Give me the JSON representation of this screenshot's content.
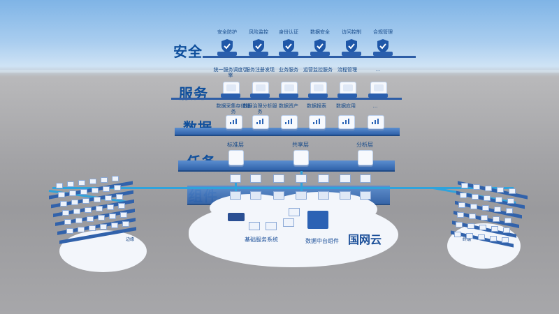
{
  "layers": {
    "security": {
      "title": "安全",
      "items": [
        "安全防护",
        "风险监控",
        "身份认证",
        "数据安全",
        "访问控制",
        "合规管理"
      ]
    },
    "service": {
      "title": "服务",
      "items": [
        "统一服务调度引擎",
        "服务注册发现",
        "业务服务",
        "运营监控服务",
        "流程管理",
        "..."
      ]
    },
    "data": {
      "title": "数据",
      "items": [
        "数据采集存储服务",
        "数据治理分析服务",
        "数据资产",
        "数据报表",
        "数据应用",
        "..."
      ]
    },
    "task": {
      "title": "任务",
      "items": [
        "标准层",
        "共享层",
        "分析层"
      ]
    },
    "component": {
      "title": "组件"
    }
  },
  "clouds": {
    "center_title": "国网云",
    "center_left_label": "基础服务系统",
    "center_right_label": "数据中台组件",
    "left_label": "边缘",
    "right_label": "终端"
  },
  "colors": {
    "accent": "#2fa3dc",
    "slab": "#2f61a9",
    "text": "#0f4f9c"
  }
}
